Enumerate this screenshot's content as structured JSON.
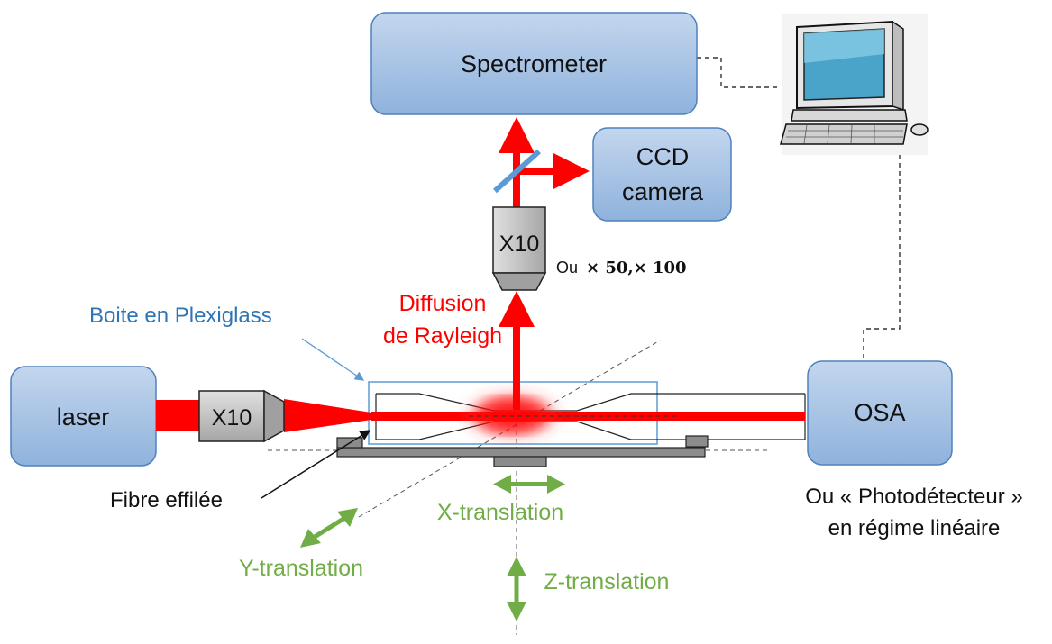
{
  "boxes": {
    "spectrometer": "Spectrometer",
    "ccd_line1": "CCD",
    "ccd_line2": "camera",
    "laser": "laser",
    "osa": "OSA"
  },
  "objectives": {
    "input": "X10",
    "output": "X10",
    "alternatives_prefix": "Ou",
    "alternatives_values": "× 50,× 100"
  },
  "labels": {
    "rayleigh_line1": "Diffusion",
    "rayleigh_line2": "de Rayleigh",
    "plexiglass_box": "Boite en Plexiglass",
    "tapered_fiber": "Fibre effilée",
    "osa_alt_line1": "Ou « Photodétecteur »",
    "osa_alt_line2": "en régime linéaire"
  },
  "translations": {
    "x": "X-translation",
    "y": "Y-translation",
    "z": "Z-translation"
  },
  "colors": {
    "box_fill": "#a9c4e4",
    "box_stroke": "#4f81bd",
    "laser_beam": "#ff0000",
    "translation_arrows": "#70ad47",
    "plexiglass": "#5b9bd5",
    "mirror": "#5b9bd5"
  }
}
